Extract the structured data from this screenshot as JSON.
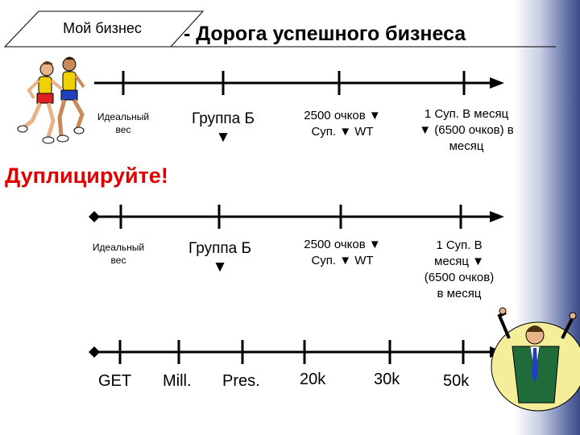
{
  "header": {
    "left_tab": "Мой бизнес",
    "title": "- Дорога успешного бизнеса"
  },
  "rows": [
    {
      "labels": [
        {
          "id": "ideal",
          "text": "Идеальный вес"
        },
        {
          "id": "group",
          "text": "Группа Б ▼"
        },
        {
          "id": "points",
          "text": "2500 очков ▼ Суп. ▼ WT"
        },
        {
          "id": "month",
          "text": "1 Суп. В месяц ▼ (6500 очков) в месяц"
        }
      ]
    },
    {
      "labels": [
        {
          "id": "ideal",
          "text": "Идеальный вес"
        },
        {
          "id": "group",
          "text": "Группа Б ▼"
        },
        {
          "id": "points",
          "text": "2500 очков ▼ Суп. ▼ WT"
        },
        {
          "id": "month",
          "text": "1 Суп. В месяц ▼ (6500 очков) в месяц"
        }
      ]
    }
  ],
  "duplicate_text": "Дуплицируйте!",
  "bottom_ticks": [
    "GET",
    "Mill.",
    "Pres.",
    "20k",
    "30k",
    "50k"
  ],
  "colors": {
    "accent_red": "#e00000",
    "line": "#000000",
    "gradient_edge": "#3c4a87"
  },
  "illustrations": [
    "runners-illustration",
    "celebrating-businessman-illustration"
  ]
}
